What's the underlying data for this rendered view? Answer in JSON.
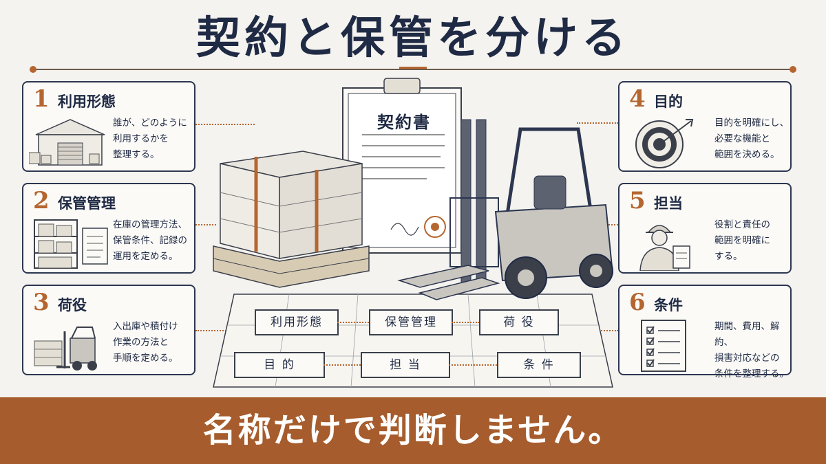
{
  "title": "契約と保管を分ける",
  "cards": [
    {
      "num": "1",
      "head": "利用形態",
      "desc": "誰が、どのように\n利用するかを\n整理する。",
      "icon": "warehouse-icon"
    },
    {
      "num": "2",
      "head": "保管管理",
      "desc": "在庫の管理方法、\n保管条件、記録の\n運用を定める。",
      "icon": "storage-rack-icon"
    },
    {
      "num": "3",
      "head": "荷役",
      "desc": "入出庫や積付け\n作業の方法と\n手順を定める。",
      "icon": "forklift-icon"
    },
    {
      "num": "4",
      "head": "目的",
      "desc": "目的を明確にし、\n必要な機能と\n範囲を決める。",
      "icon": "target-icon"
    },
    {
      "num": "5",
      "head": "担当",
      "desc": "役割と責任の\n範囲を明確に\nする。",
      "icon": "worker-icon"
    },
    {
      "num": "6",
      "head": "条件",
      "desc": "期間、費用、解約、\n損害対応などの\n条件を整理する。",
      "icon": "checklist-icon"
    }
  ],
  "document": {
    "title": "契約書"
  },
  "map": {
    "row1": [
      "利用形態",
      "保管管理",
      "荷 役"
    ],
    "row2": [
      "目 的",
      "担 当",
      "条 件"
    ]
  },
  "banner": "名称だけで判断しません。",
  "colors": {
    "accent": "#b5652f",
    "navy": "#1f2a44",
    "banner": "#a65c2c"
  }
}
